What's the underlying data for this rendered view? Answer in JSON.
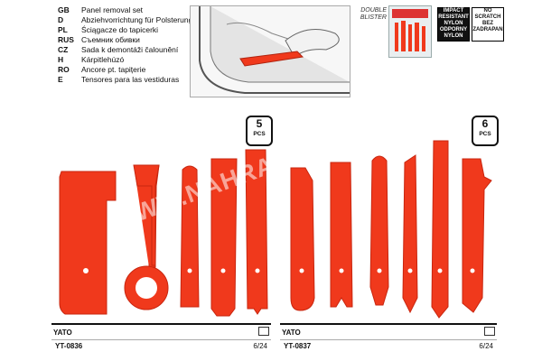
{
  "languages": [
    {
      "code": "GB",
      "text": "Panel removal set"
    },
    {
      "code": "D",
      "text": "Abziehvorrichtung für Polsterung"
    },
    {
      "code": "PL",
      "text": "Ściągacze do tapicerki"
    },
    {
      "code": "RUS",
      "text": "Съемник обивки"
    },
    {
      "code": "CZ",
      "text": "Sada k demontáži čalounění"
    },
    {
      "code": "H",
      "text": "Kárpitlehúzó"
    },
    {
      "code": "RO",
      "text": "Ancore pt. tapițerie"
    },
    {
      "code": "E",
      "text": "Tensores para las vestiduras"
    }
  ],
  "blister": {
    "line1": "DOUBLE",
    "line2": "BLISTER"
  },
  "badges": {
    "impact": {
      "line1": "IMPACT",
      "line2": "RESISTANT",
      "line3": "NYLON",
      "line4": "ODPORNY",
      "line5": "NYLON"
    },
    "scratch": {
      "line1": "NO SCRATCH",
      "line2": "BEZ",
      "line3": "ZADRAPAN"
    }
  },
  "set1": {
    "count": "5",
    "unit": "PCS",
    "brand": "YATO",
    "code": "YT-0836",
    "qty": "6/24"
  },
  "set2": {
    "count": "6",
    "unit": "PCS",
    "brand": "YATO",
    "code": "YT-0837",
    "qty": "6/24"
  },
  "watermark": "WWW.NAHRADNI-DILY.AUTO.CZ",
  "colors": {
    "tool": "#f0391c",
    "tool_dark": "#c8260f"
  },
  "icons": {
    "package": "box-icon"
  }
}
